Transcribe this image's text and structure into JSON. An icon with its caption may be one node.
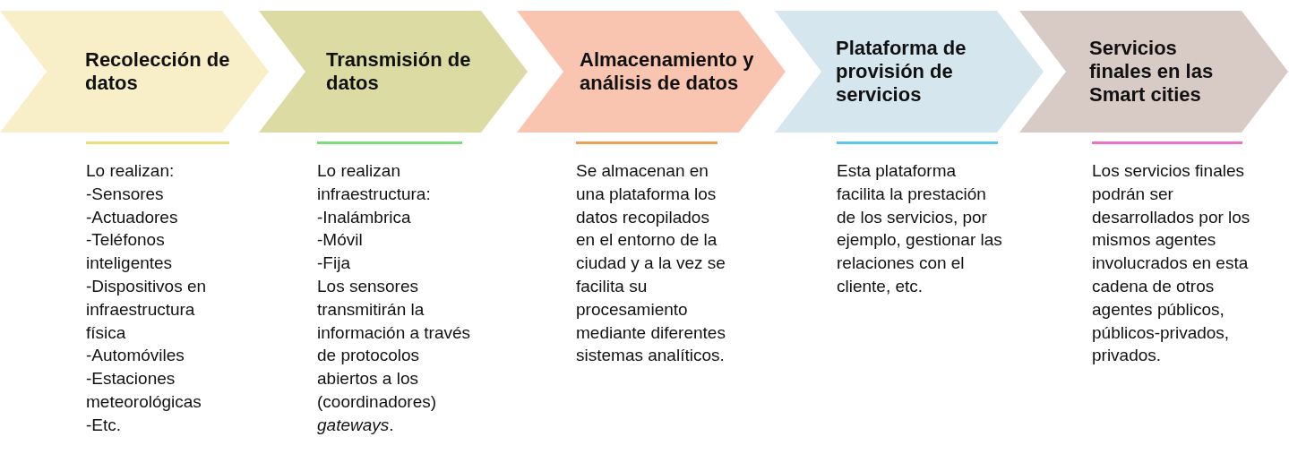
{
  "diagram": {
    "nodes": [
      {
        "text": [
          "Recolección de datos"
        ],
        "beside": [
          "Lo realizan:",
          "-Sensores",
          "-Actuadores",
          "-Teléfonos inteligentes",
          "-Dispositivos en infraestructura física",
          "-Automóviles",
          "-Estaciones meteorológicas",
          "-Etc."
        ]
      },
      {
        "text": [
          "Transmisión de datos"
        ],
        "beside": [
          "Lo realizan infraestructura:",
          "-Inalámbrica",
          "-Móvil",
          "-Fija",
          "Los sensores transmitirán la información a través de protocolos abiertos a los (coordinadores) *gateways*."
        ]
      },
      {
        "text": [
          "Almacenamiento y análisis de datos"
        ],
        "beside": [
          "Se almacenan en una plataforma los datos recopilados en el entorno de la ciudad y a la vez se facilita su procesamiento mediante diferentes sistemas analíticos."
        ]
      },
      {
        "text": [
          "Plataforma de provisión de servicios"
        ],
        "beside": [
          "Esta plataforma facilita la prestación de los servicios, por ejemplo, gestionar las relaciones con el cliente, etc."
        ]
      },
      {
        "text": [
          "Servicios finales en las Smart cities"
        ],
        "beside": [
          "Los servicios finales podrán ser desarrollados por los mismos agentes involucrados en esta cadena de otros agentes públicos, públicos-privados, privados."
        ]
      }
    ]
  }
}
